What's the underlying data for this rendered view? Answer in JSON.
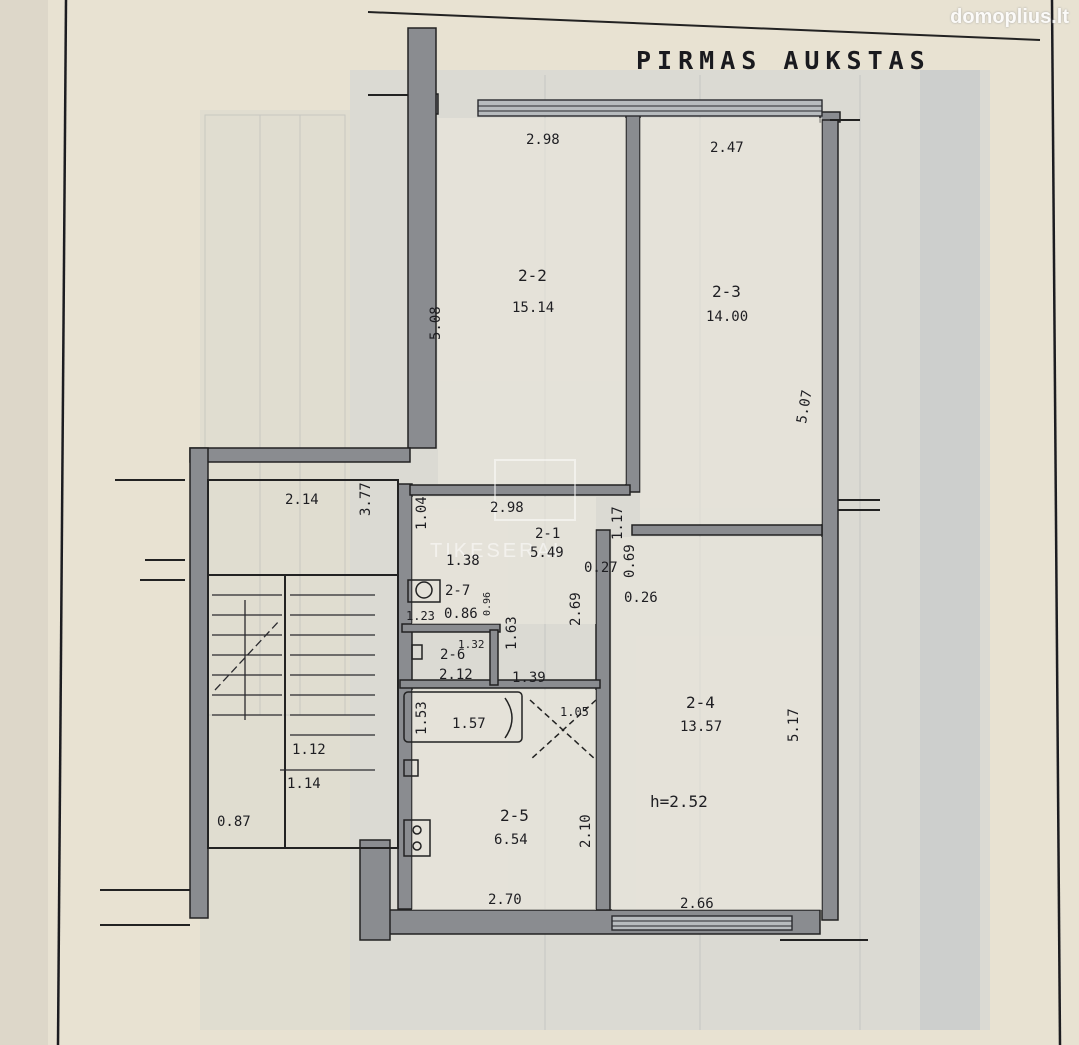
{
  "title": "PIRMAS AUKSTAS",
  "watermark": "domoplius.lt",
  "agency_mark": "TIKESERAI",
  "rooms": {
    "r22": {
      "id": "2-2",
      "area": "15.14"
    },
    "r23": {
      "id": "2-3",
      "area": "14.00"
    },
    "r21": {
      "id": "2-1",
      "area": "5.49"
    },
    "r27": {
      "id": "2-7",
      "area": "0.86"
    },
    "r26": {
      "id": "2-6",
      "area": "2.12"
    },
    "r24": {
      "id": "2-4",
      "area": "13.57"
    },
    "r25": {
      "id": "2-5",
      "area": "6.54"
    }
  },
  "dims": {
    "d298_top": "2.98",
    "d247": "2.47",
    "d508": "5.08",
    "d507": "5.07",
    "d214": "2.14",
    "d377": "3.77",
    "d104": "1.04",
    "d298_mid": "2.98",
    "d117": "1.17",
    "d138": "1.38",
    "d027": "0.27",
    "d069": "0.69",
    "d026": "0.26",
    "d123": "1.23",
    "d096": "0.96",
    "d269": "2.69",
    "d163": "1.63",
    "d132": "1.32",
    "d139": "1.39",
    "d153": "1.53",
    "d157": "1.57",
    "d105": "1.05",
    "d517": "5.17",
    "d112": "1.12",
    "d114": "1.14",
    "d087": "0.87",
    "d210": "2.10",
    "d270": "2.70",
    "d266": "2.66"
  },
  "height_label": "h=2.52"
}
